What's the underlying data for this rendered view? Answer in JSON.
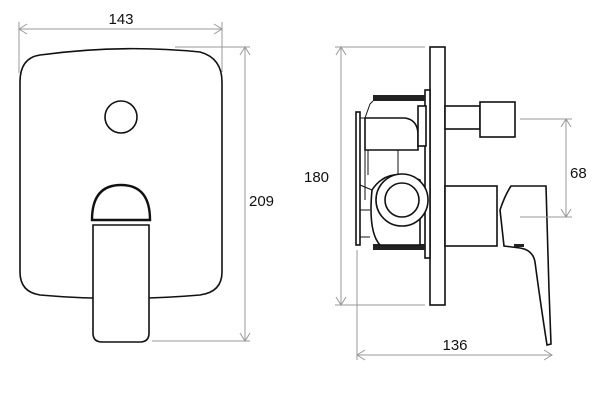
{
  "drawing": {
    "front_view": {
      "width_label": "143",
      "height_label": "209"
    },
    "side_view": {
      "height_label": "180",
      "depth_label": "136",
      "lever_offset_label": "68"
    },
    "colors": {
      "line": "#111111",
      "dimension": "#999999",
      "seal": "#222222"
    }
  }
}
